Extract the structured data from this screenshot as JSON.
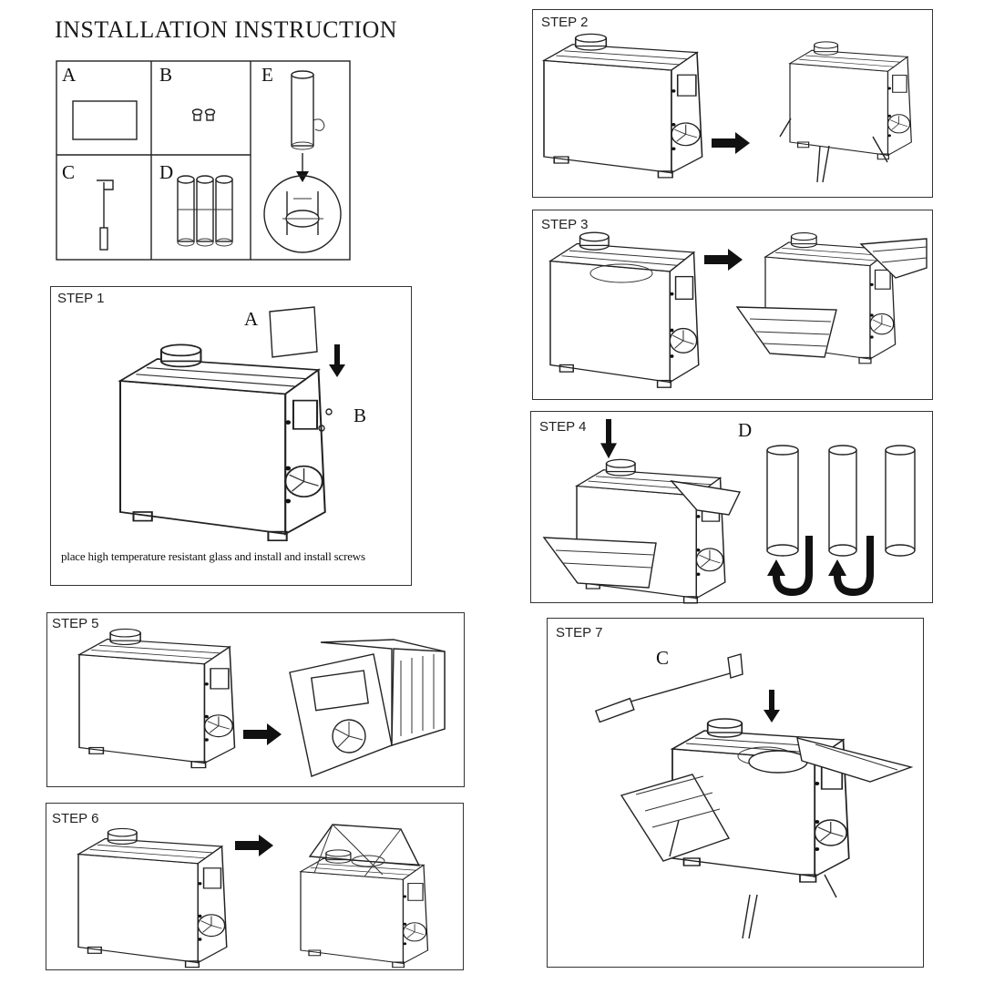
{
  "title": "INSTALLATION INSTRUCTION",
  "parts": [
    {
      "letter": "A",
      "name": "glass-panel"
    },
    {
      "letter": "B",
      "name": "screws"
    },
    {
      "letter": "E",
      "name": "chimney-pipe-with-damper"
    },
    {
      "letter": "C",
      "name": "lifting-hook-tool"
    },
    {
      "letter": "D",
      "name": "pipe-sections"
    }
  ],
  "steps": {
    "step1": {
      "label": "STEP 1",
      "letter_a": "A",
      "letter_b": "B",
      "caption": "place high temperature resistant glass and install and install screws"
    },
    "step2": {
      "label": "STEP 2"
    },
    "step3": {
      "label": "STEP 3"
    },
    "step4": {
      "label": "STEP 4",
      "letter_d": "D"
    },
    "step5": {
      "label": "STEP 5"
    },
    "step6": {
      "label": "STEP 6"
    },
    "step7": {
      "label": "STEP 7",
      "letter_c": "C"
    }
  },
  "colors": {
    "line": "#222222",
    "arrow": "#111111",
    "background": "#ffffff"
  },
  "icons": [
    "down-arrow-icon",
    "right-arrow-icon",
    "rotate-arrow-icon"
  ]
}
